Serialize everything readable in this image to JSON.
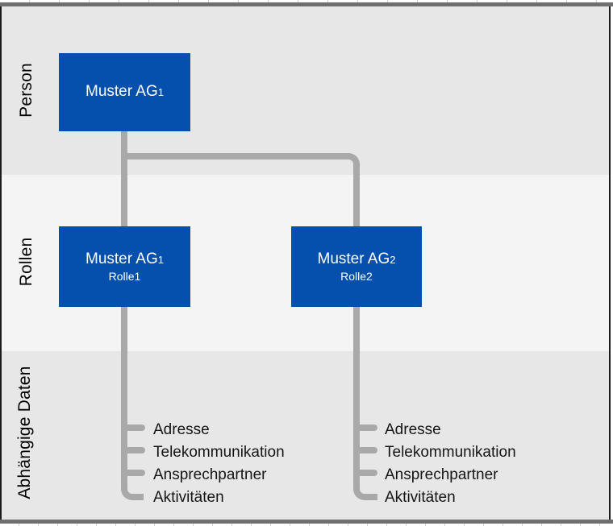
{
  "bands": [
    {
      "label": "Person"
    },
    {
      "label": "Rollen"
    },
    {
      "label": "Abhängige Daten"
    }
  ],
  "boxes": {
    "person": {
      "title": "Muster AG",
      "subscript": "1"
    },
    "role_left": {
      "title": "Muster AG",
      "subscript": "1",
      "role": "Rolle1"
    },
    "role_right": {
      "title": "Muster AG",
      "subscript": "2",
      "role": "Rolle2"
    }
  },
  "lists": [
    {
      "items": [
        "Adresse",
        "Telekommunikation",
        "Ansprechpartner",
        "Aktivitäten"
      ]
    },
    {
      "items": [
        "Adresse",
        "Telekommunikation",
        "Ansprechpartner",
        "Aktivitäten"
      ]
    }
  ],
  "colors": {
    "box_blue": "#0550ad",
    "connector": "#a9a9a9",
    "band_gray": "#e7e7e7",
    "band_light": "#f4f4f4",
    "frame_bar": "#6f6f6f",
    "border": "#1c1c1c",
    "text": "#151515"
  }
}
